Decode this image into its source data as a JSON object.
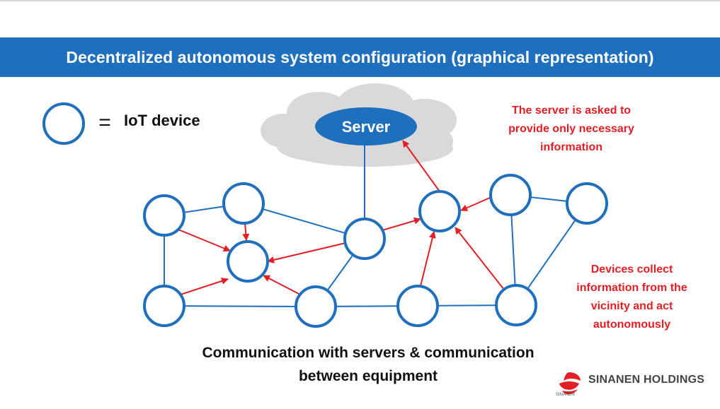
{
  "title": "Decentralized autonomous system configuration (graphical representation)",
  "legend": {
    "symbol": "=",
    "label": "IoT device",
    "icon": "circle-icon"
  },
  "server": {
    "label": "Server",
    "icon": "cloud-icon"
  },
  "notes": {
    "server_request": [
      "The server is asked to",
      "provide only necessary",
      "information"
    ],
    "devices": [
      "Devices collect",
      "information from the",
      "vicinity and act",
      "autonomously"
    ]
  },
  "caption": [
    "Communication with servers & communication",
    "between equipment"
  ],
  "brand": {
    "name": "SINANEN HOLDINGS",
    "sub": "SINANEN"
  },
  "colors": {
    "banner": "#1f6fbf",
    "node_stroke": "#1f6fbf",
    "link": "#1f6fbf",
    "arrow": "#e31e24",
    "note_text": "#e31e24",
    "cloud": "#d9d9d9"
  }
}
